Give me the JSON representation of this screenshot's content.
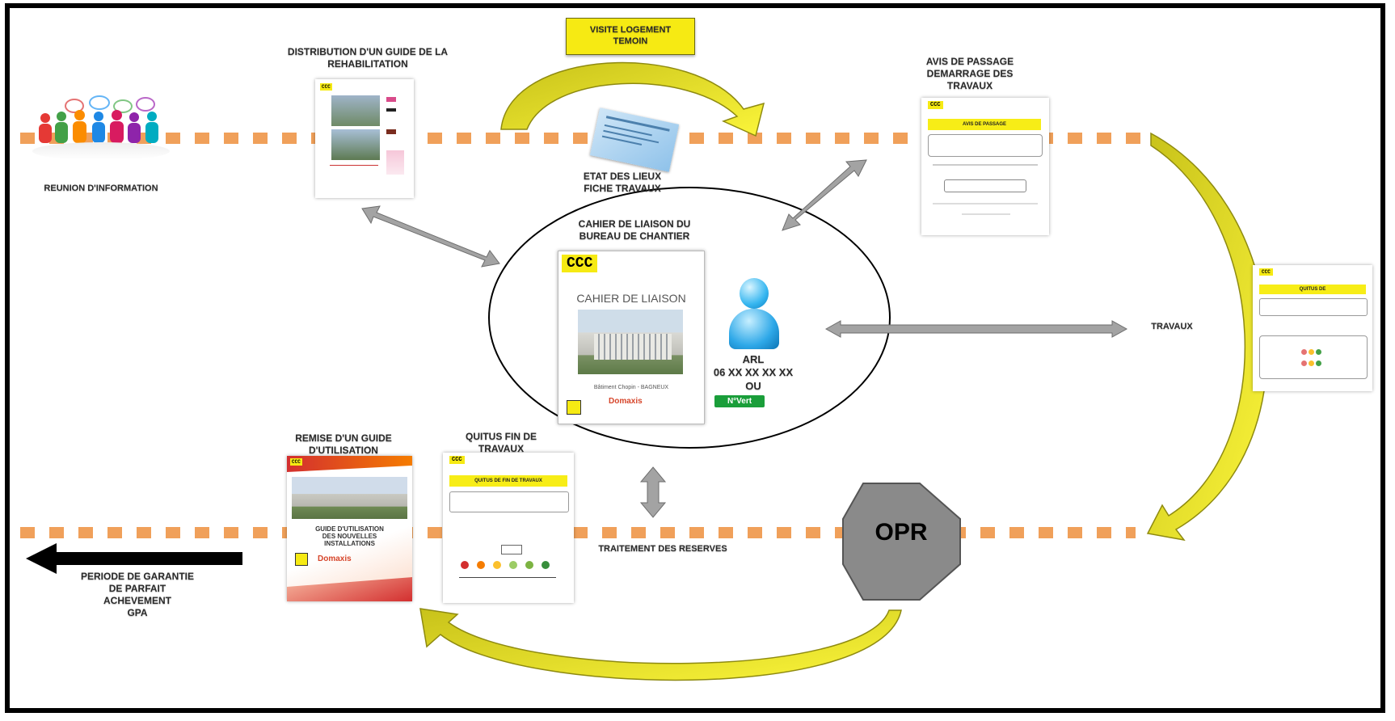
{
  "colors": {
    "accent_yellow": "#f6ea13",
    "dash_orange": "#f0a05a",
    "arrow_gray": "#9a9a9a",
    "opr_gray": "#8a8a8a"
  },
  "labels": {
    "visite": "VISITE LOGEMENT\nTEMOIN",
    "distribution": "DISTRIBUTION D'UN GUIDE DE LA\nREHABILITATION",
    "avis_passage": "AVIS DE PASSAGE\nDEMARRAGE DES\nTRAVAUX",
    "reunion": "REUNION D'INFORMATION",
    "etat_lieux": "ETAT DES LIEUX\nFICHE TRAVAUX",
    "cahier_title": "CAHIER DE LIAISON DU\nBUREAU DE CHANTIER",
    "arl": "ARL\n06 XX XX XX XX\nOU",
    "numero_vert": "N°Vert",
    "travaux": "TRAVAUX",
    "remise_guide": "REMISE D'UN GUIDE\nD'UTILISATION",
    "quitus_fin": "QUITUS FIN DE\nTRAVAUX",
    "traitement": "TRAITEMENT DES RESERVES",
    "opr": "OPR",
    "periode": "PERIODE DE GARANTIE\nDE PARFAIT\nACHEVEMENT\nGPA"
  },
  "documents": {
    "logo": "CCC",
    "avis_header": "AVIS DE PASSAGE",
    "cahier_header": "CAHIER DE LIAISON",
    "cahier_footer": "Bâtiment Chopin - BAGNEUX",
    "cahier_brand": "Domaxis",
    "quitus_header": "QUITUS DE FIN DE TRAVAUX",
    "quitus_small_header": "QUITUS DE",
    "guide_header": "GUIDE D'UTILISATION\nDES NOUVELLES\nINSTALLATIONS",
    "guide_brand": "Domaxis"
  }
}
